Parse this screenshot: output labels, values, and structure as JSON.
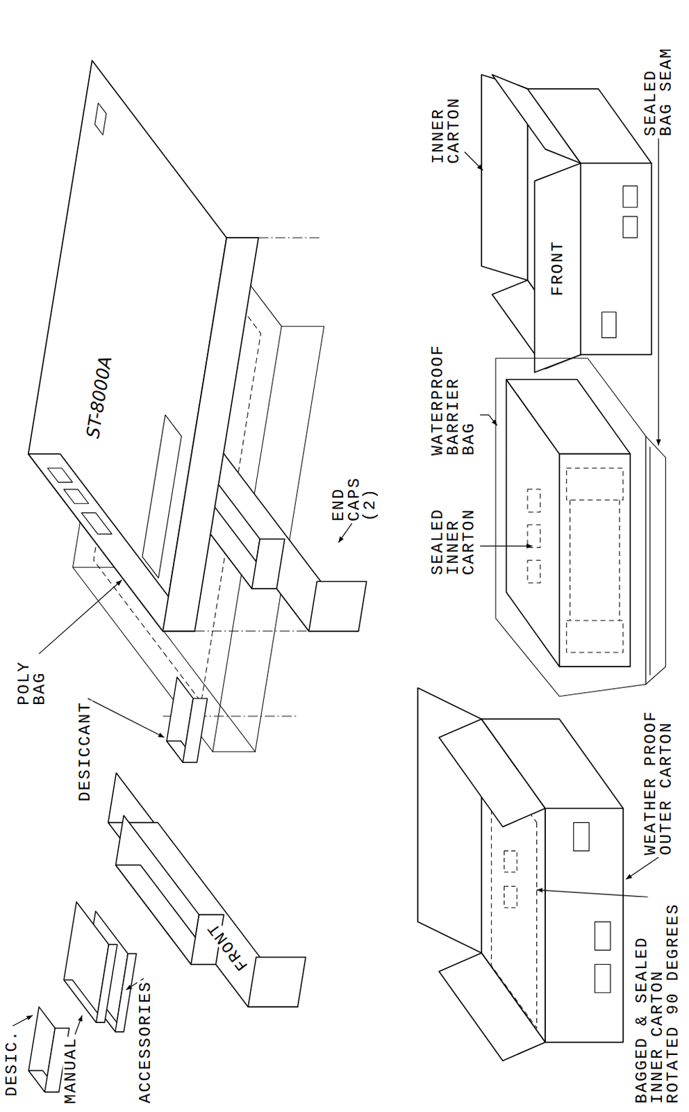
{
  "diagram": {
    "labels": [
      "POLY BAG",
      "DESIC.",
      "MANUAL",
      "ACCESSORIES",
      "FRONT",
      "DESICCANT",
      "END CAPS (2)",
      "ST-8000A",
      "INNER CARTON",
      "FRONT",
      "WATERPROOF BARRIER BAG",
      "SEALED INNER CARTON",
      "SEALED BAG SEAM",
      "WEATHER PROOF OUTER CARTON",
      "BAGGED & SEALED INNER CARTON ROTATED 90 DEGREES"
    ]
  }
}
